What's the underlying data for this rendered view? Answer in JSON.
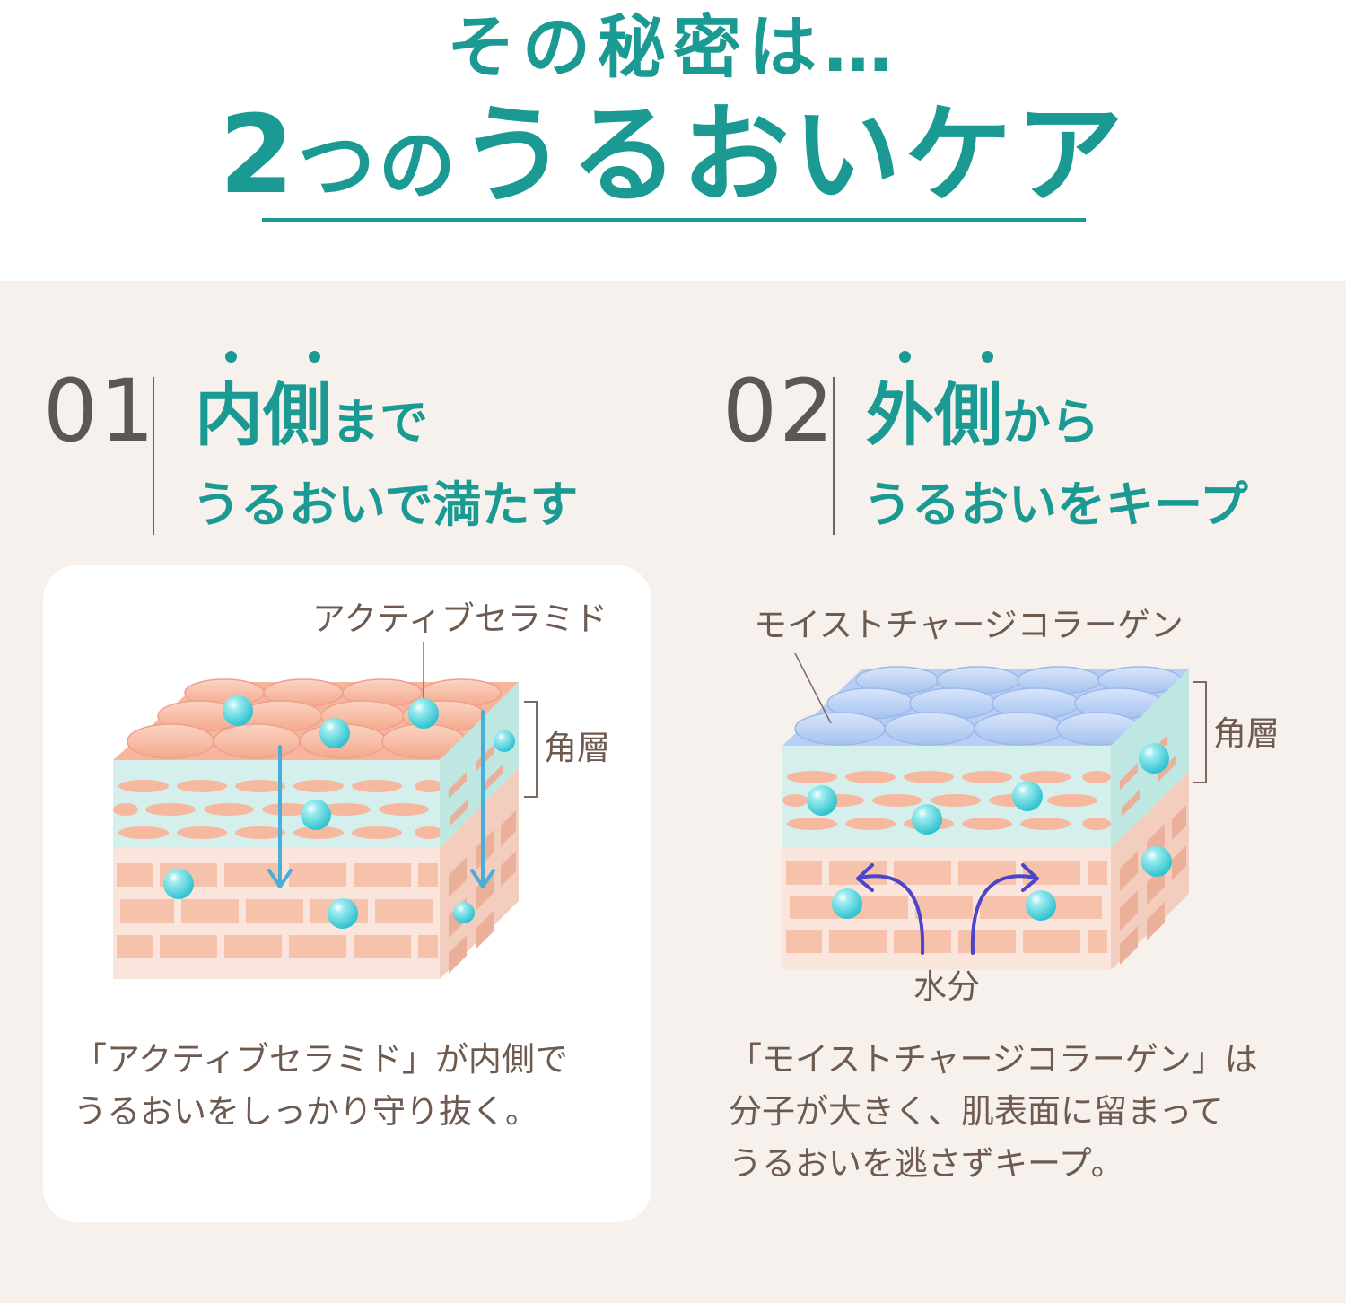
{
  "header": {
    "title_top": "その秘密は…",
    "title_main_num": "2",
    "title_main_tsu": "つの",
    "title_main_rest": "うるおいケア"
  },
  "points": [
    {
      "number": "01",
      "heading_emphasis": "内側",
      "heading_suffix": "まで",
      "heading_line2": "うるおいで満たす",
      "ingredient_label": "アクティブセラミド",
      "layer_label": "角層",
      "description": "「アクティブセラミド」が内側で\nうるおいをしっかり守り抜く。"
    },
    {
      "number": "02",
      "heading_emphasis": "外側",
      "heading_suffix": "から",
      "heading_line2": "うるおいをキープ",
      "ingredient_label": "モイストチャージコラーゲン",
      "layer_label": "角層",
      "water_label": "水分",
      "description": "「モイストチャージコラーゲン」は\n分子が大きく、肌表面に留まって\nうるおいを逃さずキープ。"
    }
  ],
  "colors": {
    "accent": "#1a9a93",
    "beige_bg": "#f6f1ed",
    "text_brown": "#6e5a4f",
    "number_gray": "#5d5754",
    "droplet": "#45cdd8",
    "arrow_blue": "#4aaed8",
    "arrow_purple": "#4b46c8"
  }
}
